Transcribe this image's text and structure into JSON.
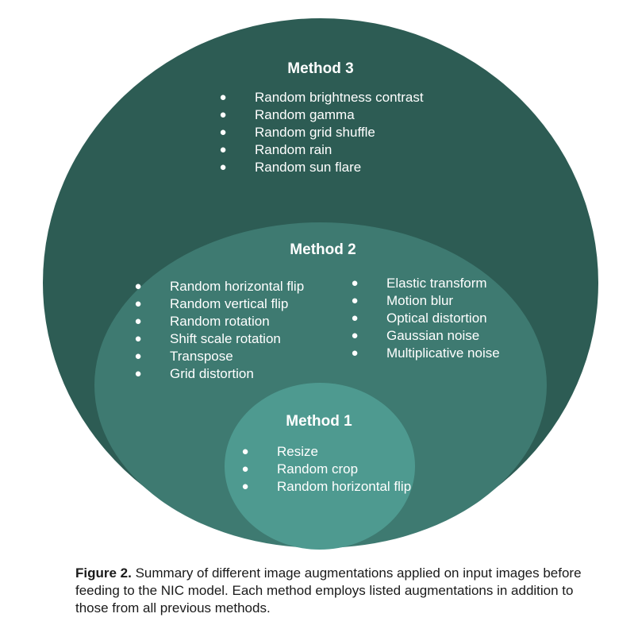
{
  "colors": {
    "outer_circle": "#2d5c54",
    "middle_circle": "#3e7a71",
    "inner_circle": "#4e9a90",
    "text_on_circle": "#ffffff",
    "caption_text": "#1a1a1a"
  },
  "methods": [
    {
      "title": "Method 3",
      "items": [
        "Random brightness contrast",
        "Random gamma",
        "Random grid shuffle",
        "Random rain",
        "Random sun flare"
      ]
    },
    {
      "title": "Method 2",
      "columns": [
        [
          "Random horizontal flip",
          "Random vertical flip",
          "Random rotation",
          "Shift scale rotation",
          "Transpose",
          "Grid distortion"
        ],
        [
          "Elastic transform",
          "Motion blur",
          "Optical distortion",
          "Gaussian noise",
          "Multiplicative noise"
        ]
      ]
    },
    {
      "title": "Method 1",
      "items": [
        "Resize",
        "Random crop",
        "Random horizontal flip"
      ]
    }
  ],
  "bullet_glyph": "●",
  "caption": {
    "label": "Figure 2.",
    "text": " Summary of different image augmentations applied on input images before feeding to the NIC model. Each method employs listed augmentations in addition to those from all previous methods."
  }
}
